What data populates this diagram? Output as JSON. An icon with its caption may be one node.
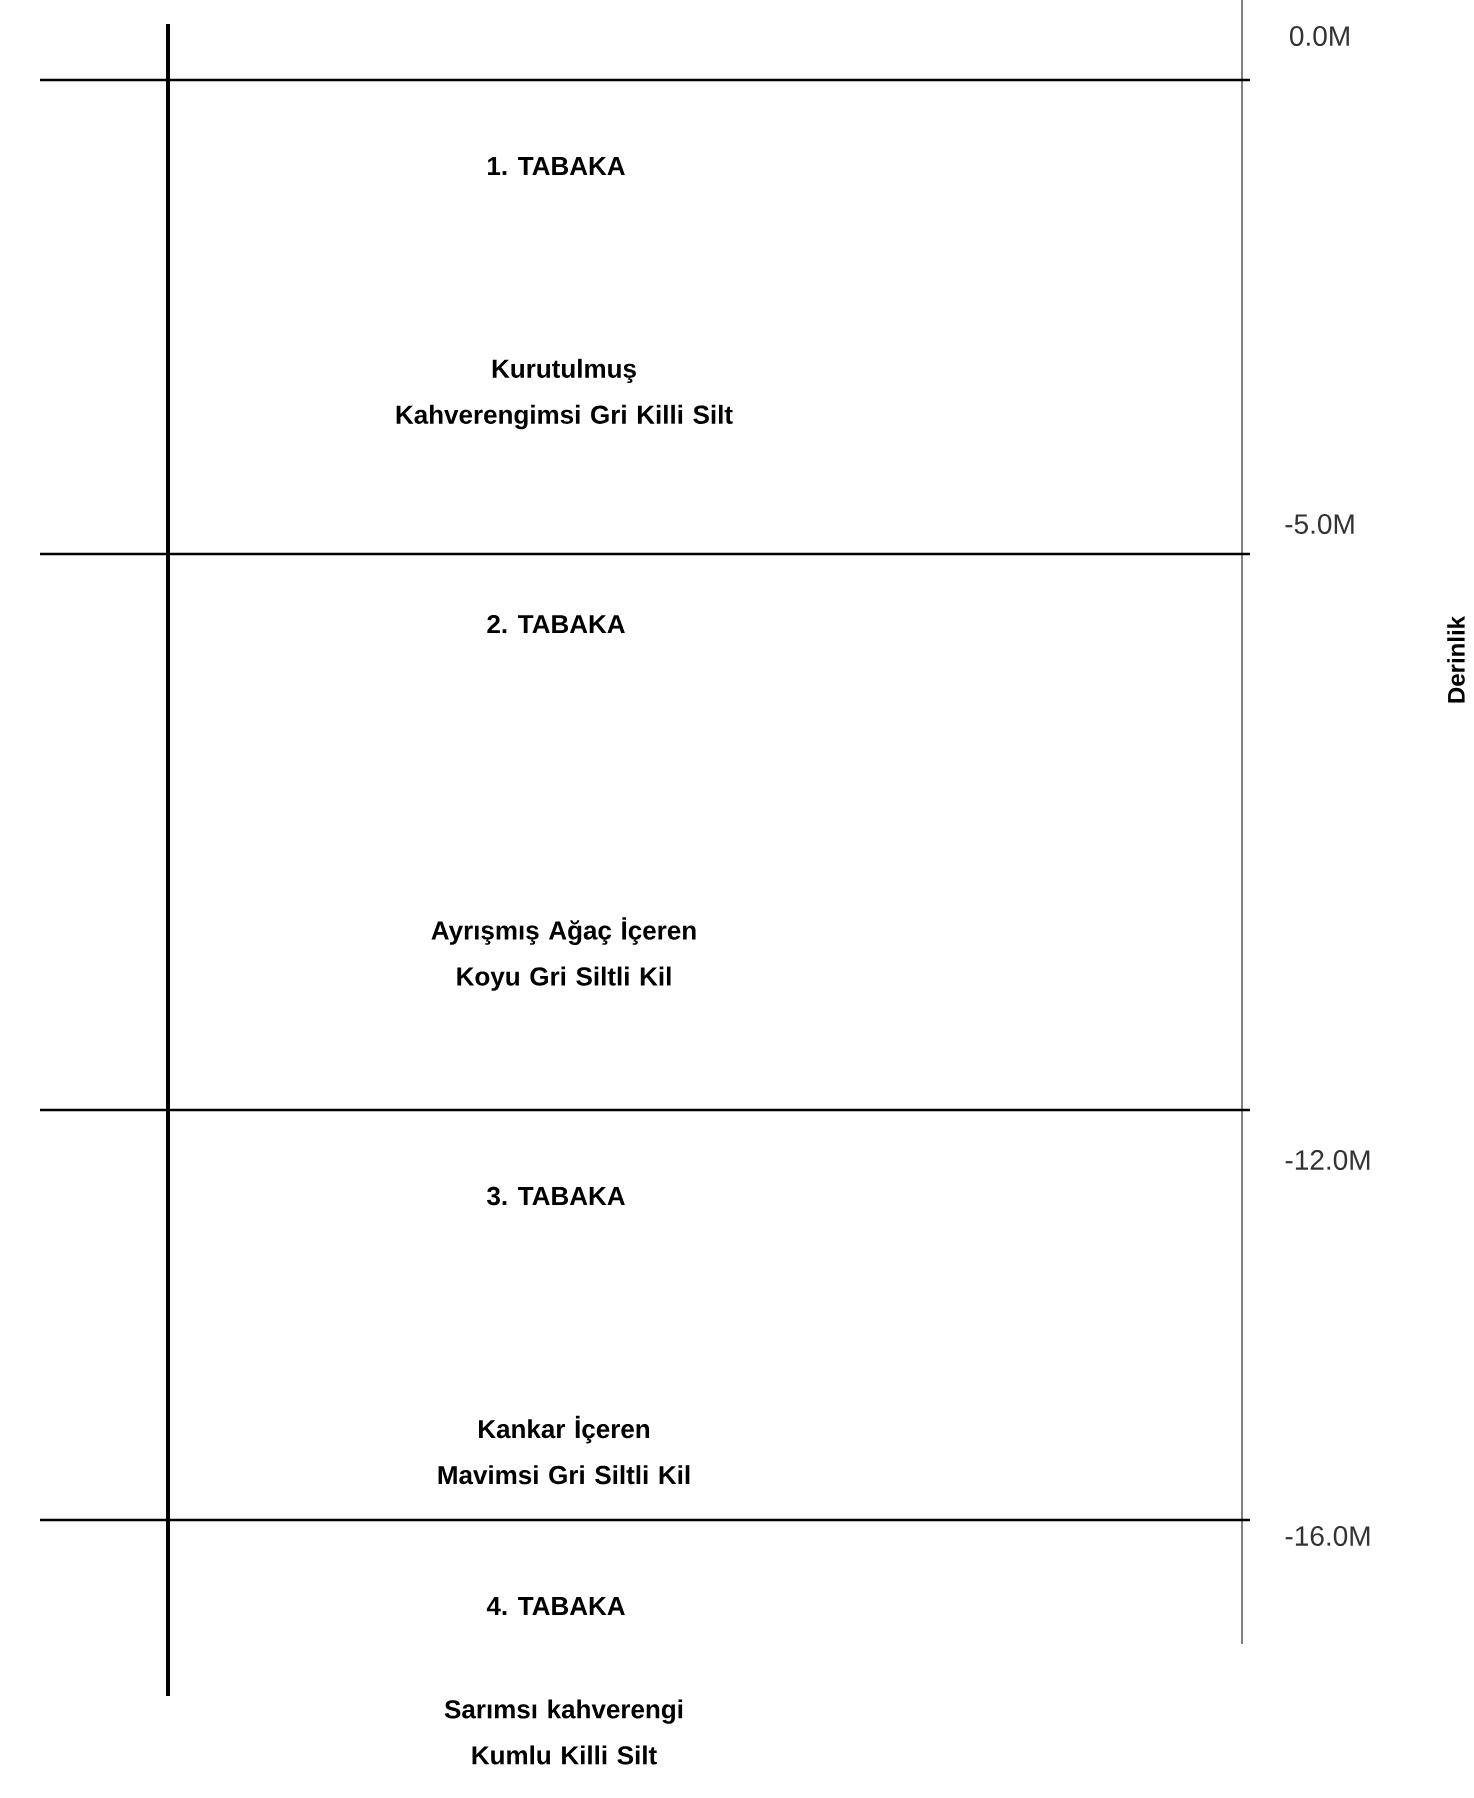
{
  "diagram": {
    "nodes": [
      {
        "text": [
          "1. TABAKA",
          "Kurutulmuş Kahverengimsi Gri Killi Silt"
        ]
      },
      {
        "text": [
          "2. TABAKA",
          "Ayrışmış Ağaç İçeren Koyu Gri Siltli Kil"
        ]
      },
      {
        "text": [
          "3. TABAKA",
          "Kankar İçeren Mavimsi Gri Siltli Kil"
        ]
      },
      {
        "text": [
          "4. TABAKA",
          "Sarımsı kahverengi Kumlu Killi Silt"
        ]
      }
    ],
    "labels": [
      "0.0M",
      "-5.0M",
      "-12.0M",
      "-16.0M",
      "Derinlik"
    ]
  }
}
